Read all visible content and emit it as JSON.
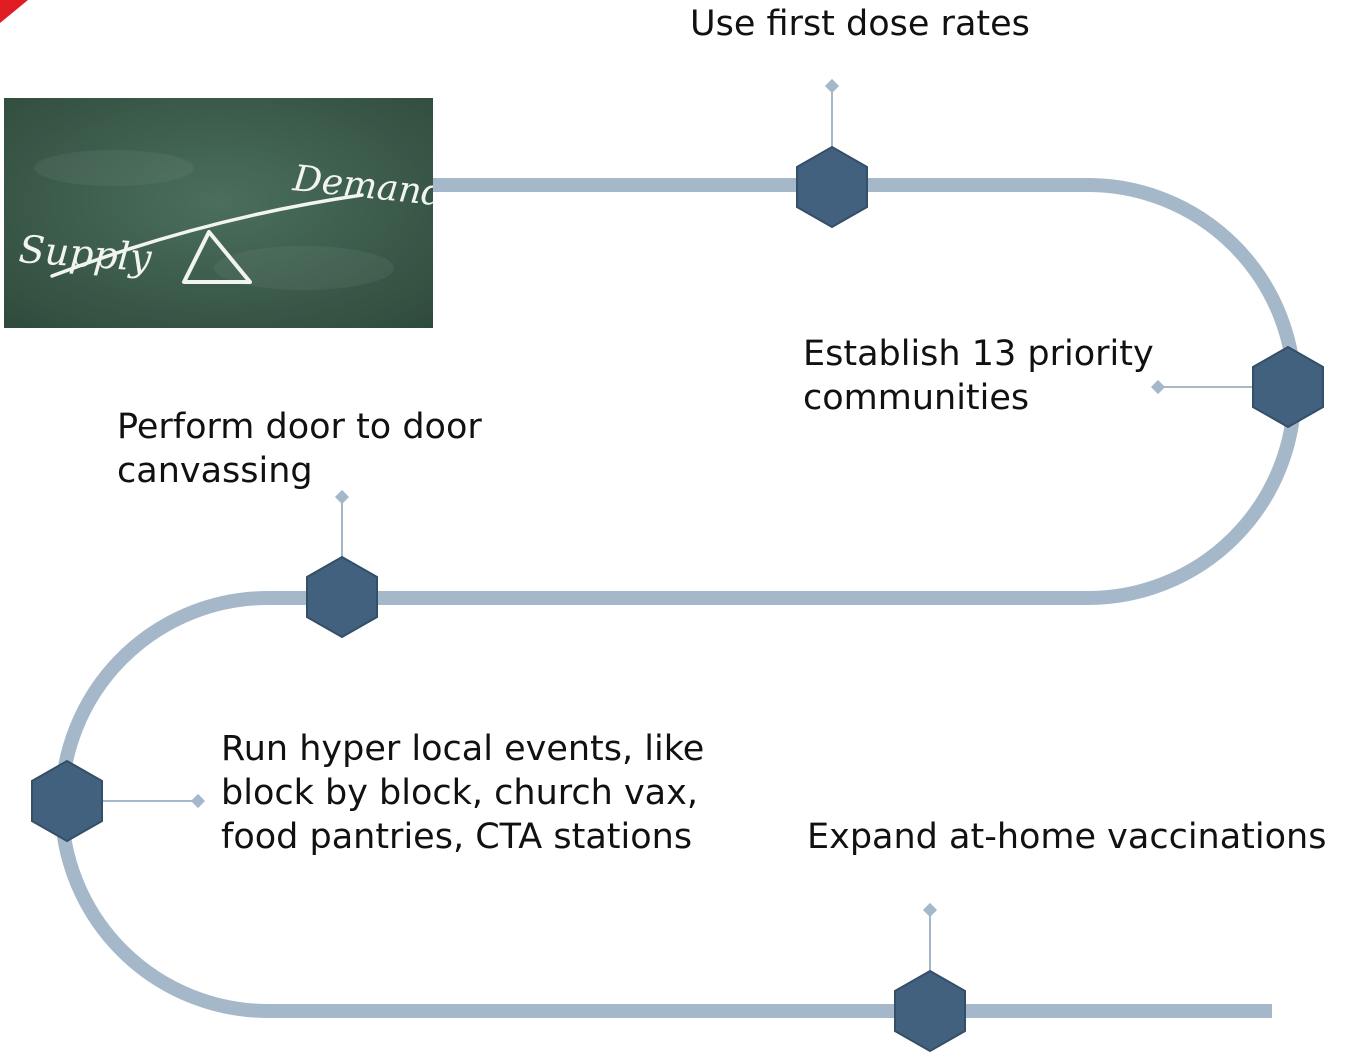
{
  "colors": {
    "path": "#a5b8ca",
    "hexagon": "#42617e",
    "hexagon_edge": "#344f68",
    "connector": "#a5b8ca",
    "corner_accent": "#e11b22",
    "chalkboard": "#3e5f4d",
    "chalk": "#f2f4f0"
  },
  "image": {
    "word_supply": "Supply",
    "word_demand": "Demand"
  },
  "steps": [
    {
      "lines": [
        "Use first dose rates"
      ]
    },
    {
      "lines": [
        "Establish 13 priority",
        "communities"
      ]
    },
    {
      "lines": [
        "Perform door to door",
        "canvassing"
      ]
    },
    {
      "lines": [
        "Run hyper local events, like",
        "block by block, church vax,",
        "food pantries, CTA stations"
      ]
    },
    {
      "lines": [
        "Expand at-home vaccinations"
      ]
    }
  ]
}
